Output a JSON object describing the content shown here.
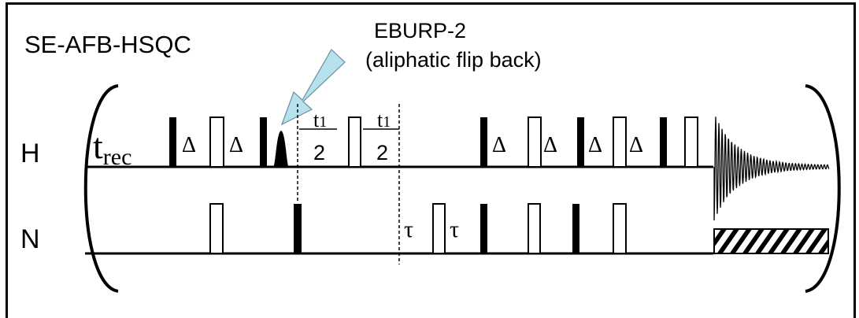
{
  "title": "SE-AFB-HSQC",
  "annotation": {
    "line1": "EBURP-2",
    "line2": "(aliphatic flip back)",
    "arrow_color": "#b7e1ec"
  },
  "channels": {
    "h_label": "H",
    "n_label": "N"
  },
  "delays": {
    "t_main": "t",
    "t_sub": "rec",
    "delta": "Δ",
    "tau": "τ",
    "t1_top": "t",
    "t1_sub": "1",
    "t1_bottom": "2"
  }
}
